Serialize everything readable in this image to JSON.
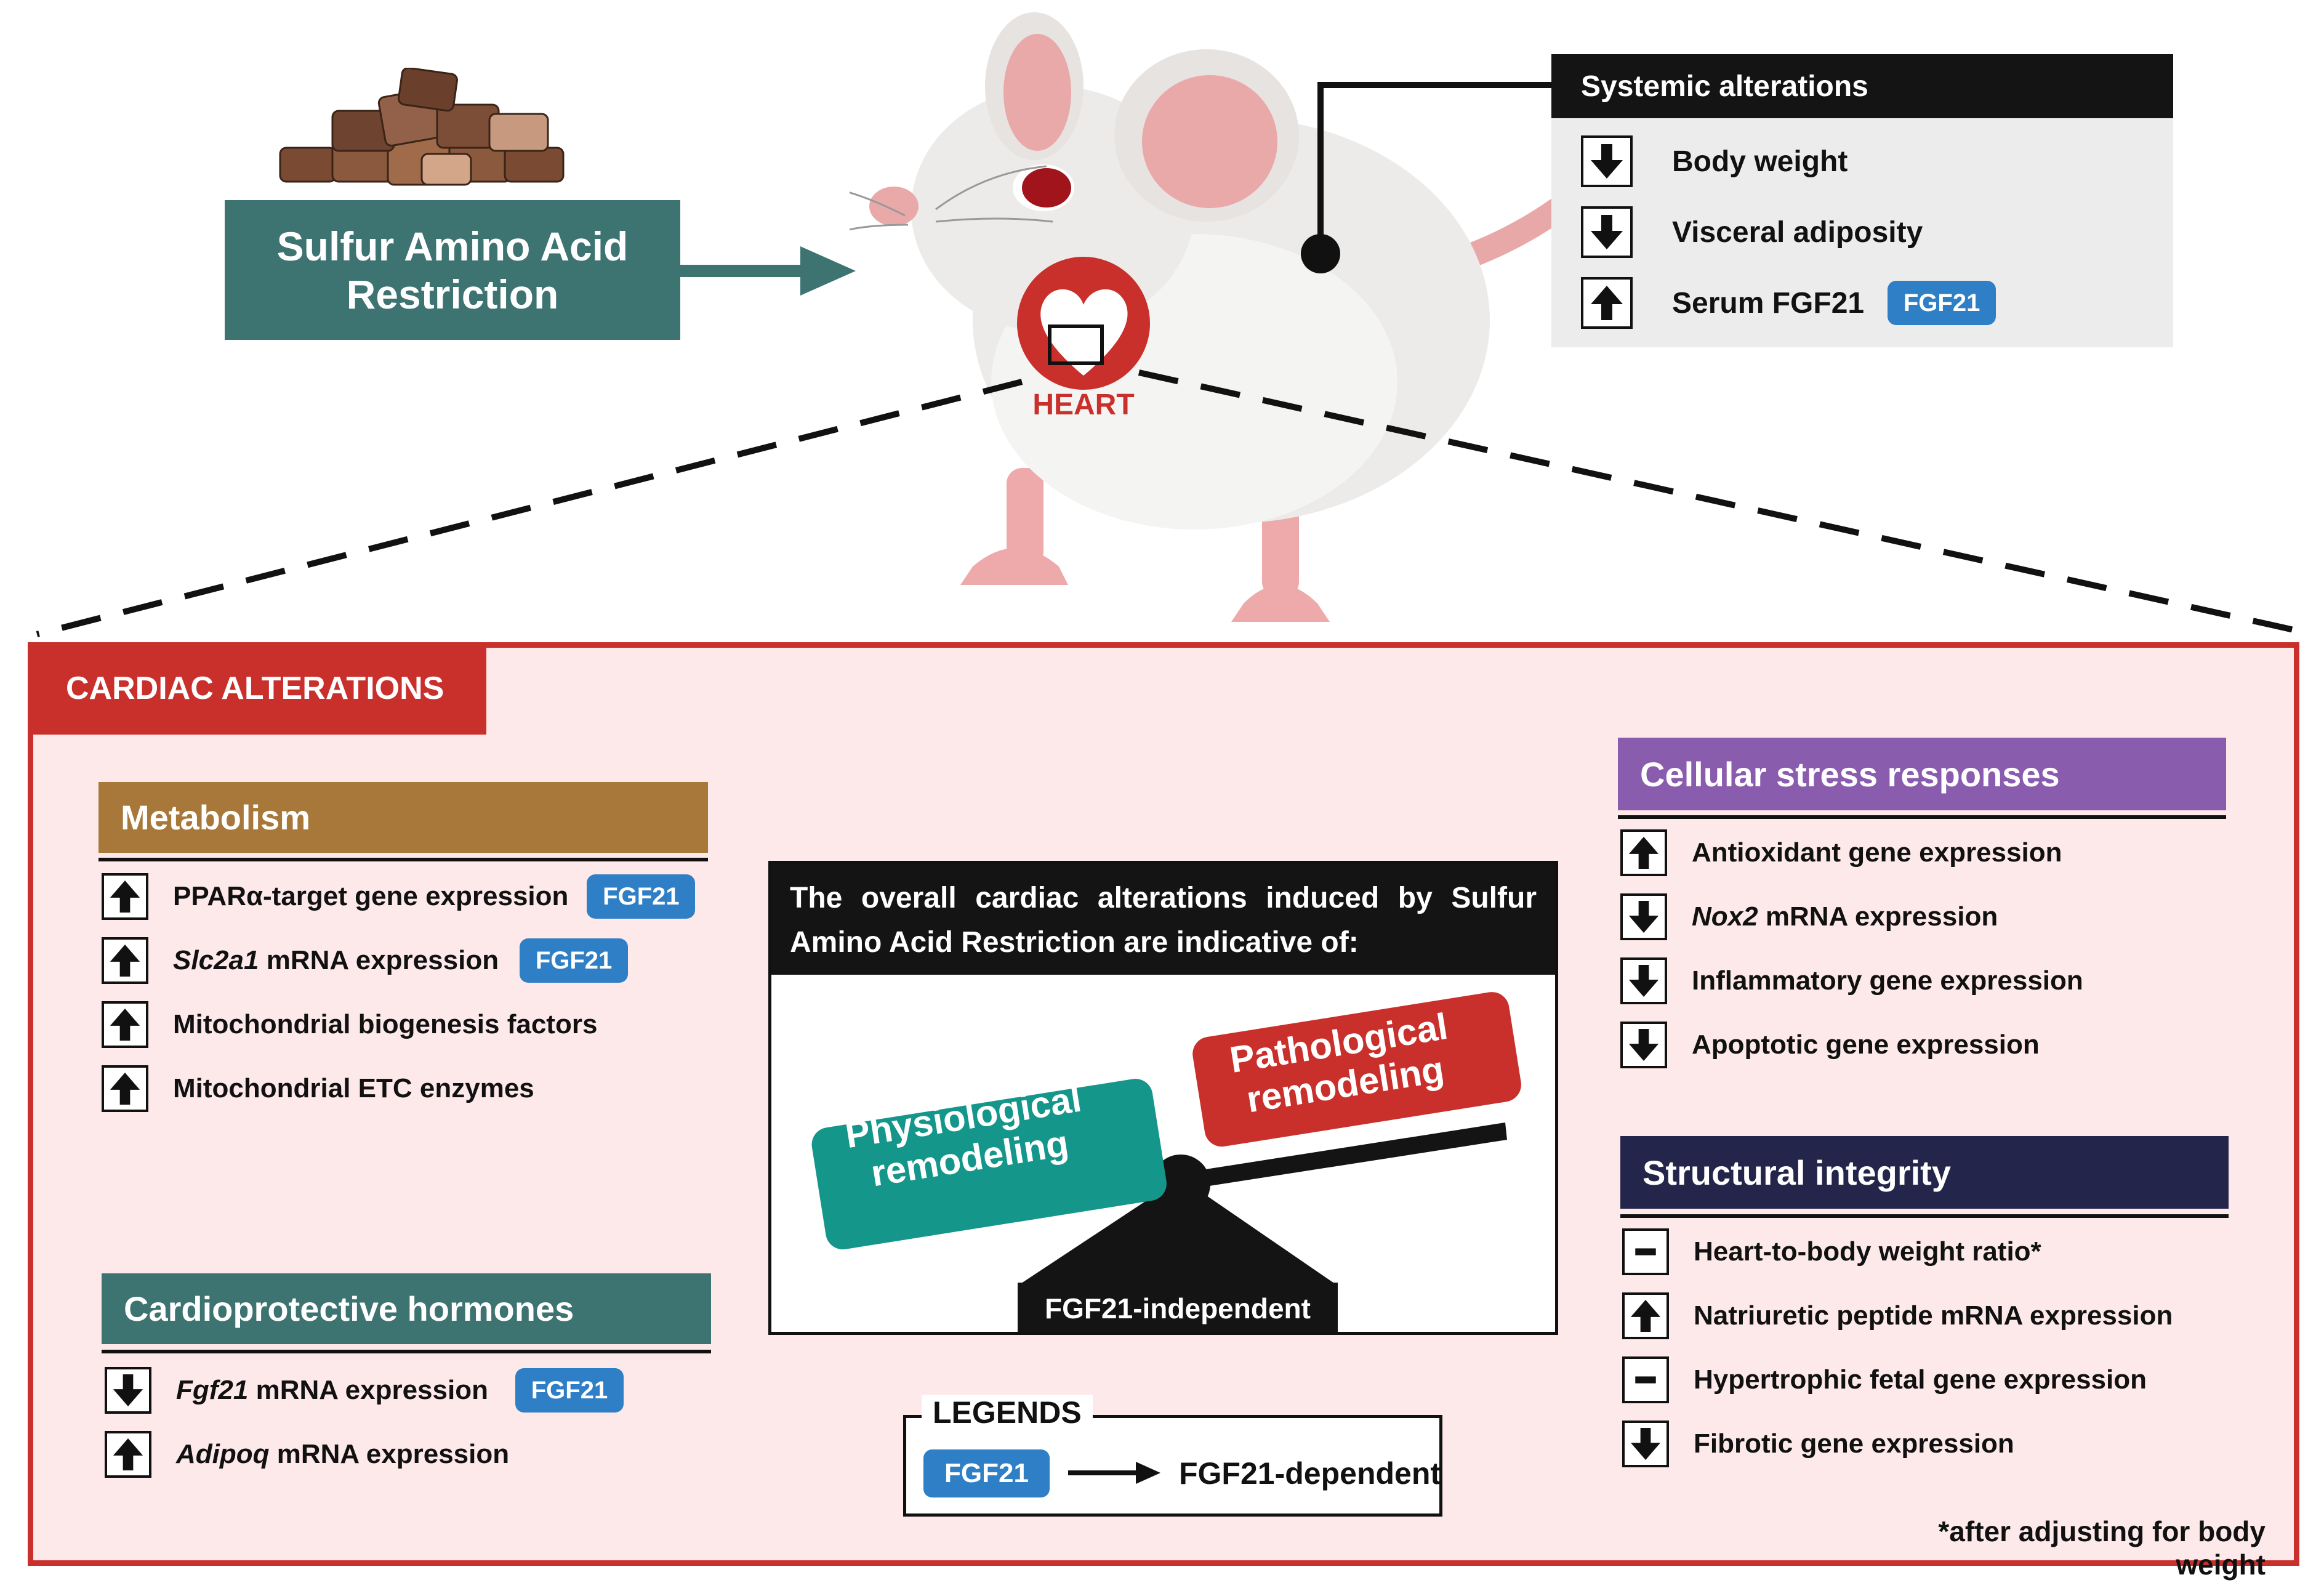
{
  "input": {
    "label": "Sulfur Amino Acid Restriction"
  },
  "heart_label": "HEART",
  "systemic": {
    "title": "Systemic alterations",
    "items": [
      {
        "direction": "down",
        "label": "Body weight"
      },
      {
        "direction": "down",
        "label": "Visceral adiposity"
      },
      {
        "direction": "up",
        "label": "Serum FGF21",
        "badge": "FGF21"
      }
    ]
  },
  "cardiac": {
    "title": "CARDIAC ALTERATIONS",
    "metabolism": {
      "title": "Metabolism",
      "color": "#a8783a",
      "items": [
        {
          "direction": "up",
          "label": "PPARα-target gene expression",
          "badge": "FGF21"
        },
        {
          "direction": "up",
          "italic": "Slc2a1",
          "label": " mRNA expression",
          "badge": "FGF21"
        },
        {
          "direction": "up",
          "label": "Mitochondrial biogenesis factors"
        },
        {
          "direction": "up",
          "label": "Mitochondrial ETC enzymes"
        }
      ]
    },
    "hormones": {
      "title": "Cardioprotective hormones",
      "color": "#3d7472",
      "items": [
        {
          "direction": "down",
          "italic": "Fgf21",
          "label": " mRNA expression",
          "badge": "FGF21"
        },
        {
          "direction": "up",
          "italic": "Adipoq",
          "label": " mRNA expression"
        }
      ]
    },
    "stress": {
      "title": "Cellular stress responses",
      "color": "#8a5cae",
      "items": [
        {
          "direction": "up",
          "label": "Antioxidant gene expression"
        },
        {
          "direction": "down",
          "italic": "Nox2",
          "label": " mRNA expression"
        },
        {
          "direction": "down",
          "label": "Inflammatory gene expression"
        },
        {
          "direction": "down",
          "label": "Apoptotic gene expression"
        }
      ]
    },
    "structural": {
      "title": "Structural integrity",
      "color": "#23254a",
      "items": [
        {
          "direction": "none",
          "label": "Heart-to-body weight ratio*"
        },
        {
          "direction": "up",
          "label": "Natriuretic peptide mRNA expression"
        },
        {
          "direction": "none",
          "label": "Hypertrophic fetal gene expression"
        },
        {
          "direction": "down",
          "label": "Fibrotic gene expression"
        }
      ]
    },
    "center": {
      "heading": "The overall cardiac alterations induced by Sulfur Amino Acid Restriction are indicative of:",
      "physiological": "Physiological remodeling",
      "pathological": "Pathological remodeling",
      "fulcrum_label": "FGF21-independent"
    },
    "legend": {
      "title": "LEGENDS",
      "badge": "FGF21",
      "meaning": "FGF21-dependent"
    },
    "footnote": "*after adjusting for body weight"
  },
  "colors": {
    "cardiac_red": "#c9302c",
    "badge_blue": "#2f7fc7",
    "physiological_teal": "#14968a",
    "pathological_red": "#c9302c"
  }
}
